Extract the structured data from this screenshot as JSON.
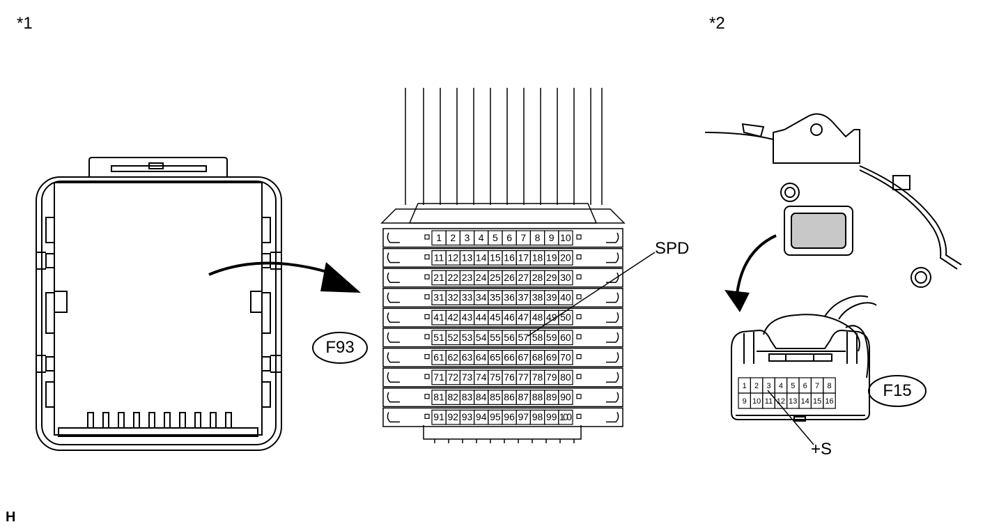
{
  "figure_refs": {
    "left": "*1",
    "right": "*2"
  },
  "corner_mark": "H",
  "connector_a": {
    "code": "F93",
    "callout": "SPD",
    "pins": [
      [
        "1",
        "2",
        "3",
        "4",
        "5",
        "6",
        "7",
        "8",
        "9",
        "10"
      ],
      [
        "11",
        "12",
        "13",
        "14",
        "15",
        "16",
        "17",
        "18",
        "19",
        "20"
      ],
      [
        "21",
        "22",
        "23",
        "24",
        "25",
        "26",
        "27",
        "28",
        "29",
        "30"
      ],
      [
        "31",
        "32",
        "33",
        "34",
        "35",
        "36",
        "37",
        "38",
        "39",
        "40"
      ],
      [
        "41",
        "42",
        "43",
        "44",
        "45",
        "46",
        "47",
        "48",
        "49",
        "50"
      ],
      [
        "51",
        "52",
        "53",
        "54",
        "55",
        "56",
        "57",
        "58",
        "59",
        "60"
      ],
      [
        "61",
        "62",
        "63",
        "64",
        "65",
        "66",
        "67",
        "68",
        "69",
        "70"
      ],
      [
        "71",
        "72",
        "73",
        "74",
        "75",
        "76",
        "77",
        "78",
        "79",
        "80"
      ],
      [
        "81",
        "82",
        "83",
        "84",
        "85",
        "86",
        "87",
        "88",
        "89",
        "90"
      ],
      [
        "91",
        "92",
        "93",
        "94",
        "95",
        "96",
        "97",
        "98",
        "99",
        "100"
      ]
    ]
  },
  "connector_b": {
    "code": "F15",
    "callout": "+S",
    "pins": [
      [
        "1",
        "2",
        "3",
        "4",
        "5",
        "6",
        "7",
        "8"
      ],
      [
        "9",
        "10",
        "11",
        "12",
        "13",
        "14",
        "15",
        "16"
      ]
    ]
  }
}
